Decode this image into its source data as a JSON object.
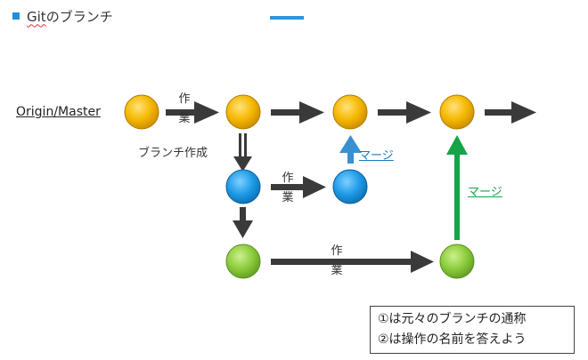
{
  "header": {
    "square_icon": "square-bullet-icon",
    "title_prefix": "Git",
    "title_suffix": "のブランチ",
    "accent_color": "#2a96df"
  },
  "diagram": {
    "branch_label": "Origin/Master",
    "create_branch_label": "ブランチ作成",
    "work_labels": [
      {
        "top": "作",
        "bottom": "業"
      },
      {
        "top": "作",
        "bottom": "業"
      },
      {
        "top": "作",
        "bottom": "業"
      }
    ],
    "merge_labels": [
      "マージ",
      "マージ"
    ],
    "colors": {
      "master_node": "#f5b800",
      "feature_node": "#1e9be8",
      "work_node": "#8ccc3c",
      "arrow": "#3a3a3a",
      "merge_blue": "#3a8fd0",
      "merge_green": "#16a34a"
    }
  },
  "questions": [
    "①は元々のブランチの通称",
    "②は操作の名前を答えよう"
  ]
}
